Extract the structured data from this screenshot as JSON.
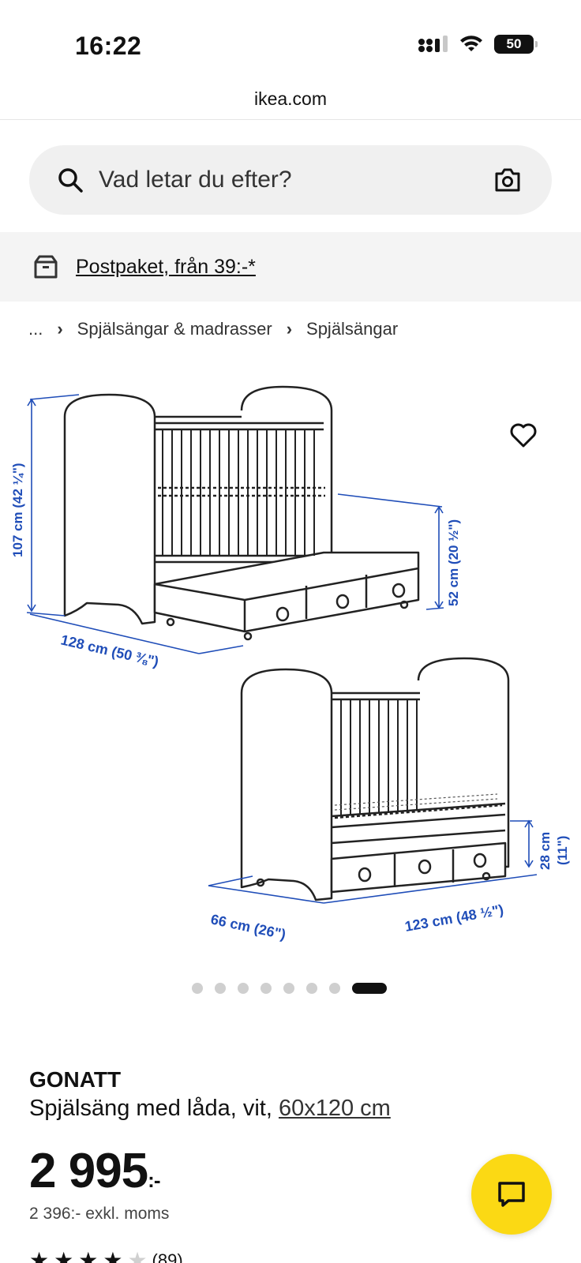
{
  "status_bar": {
    "time": "16:22",
    "battery": "50"
  },
  "browser": {
    "url": "ikea.com"
  },
  "search": {
    "placeholder": "Vad letar du efter?"
  },
  "delivery_banner": {
    "text": "Postpaket, från 39:-*"
  },
  "breadcrumb": {
    "ellipsis": "...",
    "separator": "›",
    "items": [
      "Spjälsängar & madrasser",
      "Spjälsängar"
    ]
  },
  "image": {
    "dimensions": {
      "height_total": "107 cm (42 ¼\")",
      "length": "128 cm (50 ⅜\")",
      "height_side": "52 cm (20 ½\")",
      "width": "66 cm (26\")",
      "length_low": "123 cm (48 ½\")",
      "height_low": "28 cm",
      "height_low_in": "(11\")"
    },
    "carousel": {
      "total": 8,
      "active_index": 7
    }
  },
  "product": {
    "name": "GONATT",
    "description": "Spjälsäng med låda, vit, ",
    "size_link": "60x120 cm",
    "price": "2 995",
    "price_suffix": ":-",
    "price_excl": "2 396:- exkl. moms",
    "rating": 4,
    "rating_max": 5,
    "review_count": "(89)"
  },
  "colors": {
    "accent_yellow": "#fbd914",
    "dimension_blue": "#1f4db8"
  }
}
